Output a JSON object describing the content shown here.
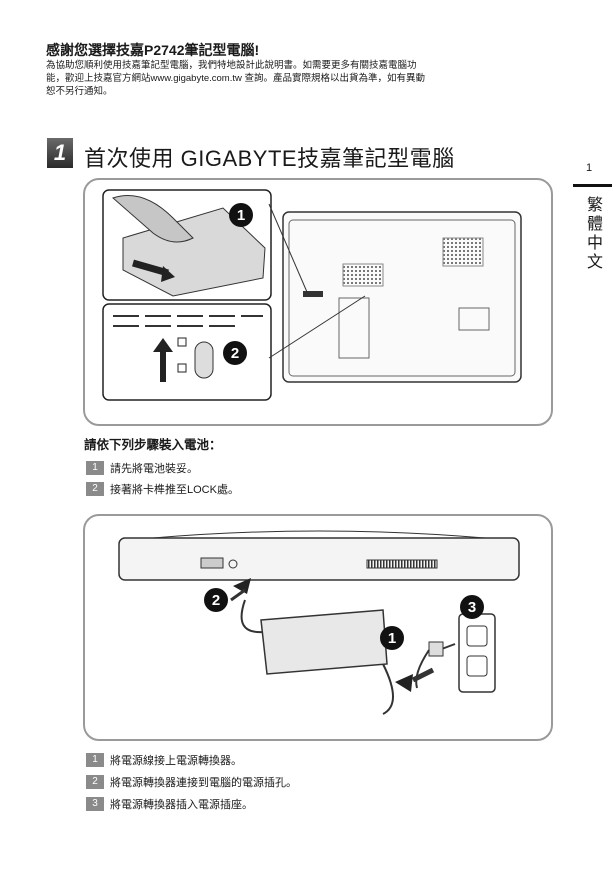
{
  "heading": "感謝您選擇技嘉P2742筆記型電腦!",
  "intro": [
    "為協助您順利使用技嘉筆記型電腦，我們特地設計此說明書。如需要更多有關技嘉電腦功",
    "能，歡迎上技嘉官方網站www.gigabyte.com.tw 查詢。產品實際規格以出貨為準，如有異動",
    "恕不另行通知。"
  ],
  "section": {
    "number": "1",
    "title": "首次使用 GIGABYTE技嘉筆記型電腦"
  },
  "sidebar": {
    "page_number": "1",
    "language": [
      "繁",
      "體",
      "中",
      "文"
    ]
  },
  "battery": {
    "subheading": "請依下列步驟裝入電池：",
    "callouts": [
      "1",
      "2"
    ],
    "steps": [
      {
        "num": "1",
        "text": "請先將電池裝妥。"
      },
      {
        "num": "2",
        "text": "接著將卡榫推至LOCK處。"
      }
    ]
  },
  "power": {
    "callouts": [
      "1",
      "2",
      "3"
    ],
    "steps": [
      {
        "num": "1",
        "text": "將電源線接上電源轉換器。"
      },
      {
        "num": "2",
        "text": "將電源轉換器連接到電腦的電源插孔。"
      },
      {
        "num": "3",
        "text": "將電源轉換器插入電源插座。"
      }
    ]
  }
}
